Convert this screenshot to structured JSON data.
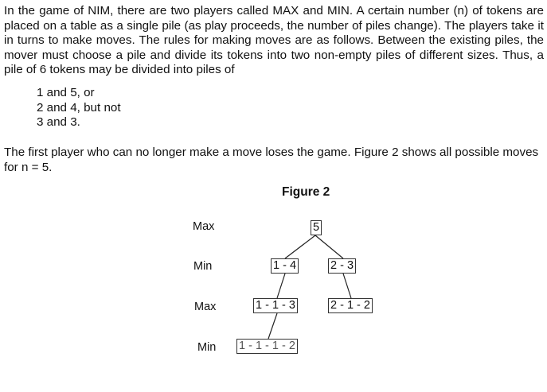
{
  "intro": "In the game of NIM, there are two players called MAX and MIN. A certain number (n) of tokens are placed on a table as a single pile (as play proceeds, the number of piles change). The players take it in turns to make moves. The rules for making moves are as follows. Between the existing piles, the mover must choose a pile and divide its tokens into two non-empty piles of different sizes. Thus, a pile of 6 tokens may be divided into piles of",
  "options": [
    "1 and 5, or",
    "2 and 4, but not",
    "3 and 3."
  ],
  "rule": "The first player who can no longer make a move loses the game. Figure 2 shows all possible moves for n = 5.",
  "figure": {
    "title": "Figure 2",
    "levels": [
      "Max",
      "Min",
      "Max",
      "Min"
    ],
    "nodes": {
      "root": "5",
      "a": "1 - 4",
      "b": "2 - 3",
      "c": "1 - 1 - 3",
      "d": "2 - 1 - 2",
      "e": "1 - 1 - 1 - 2"
    }
  }
}
